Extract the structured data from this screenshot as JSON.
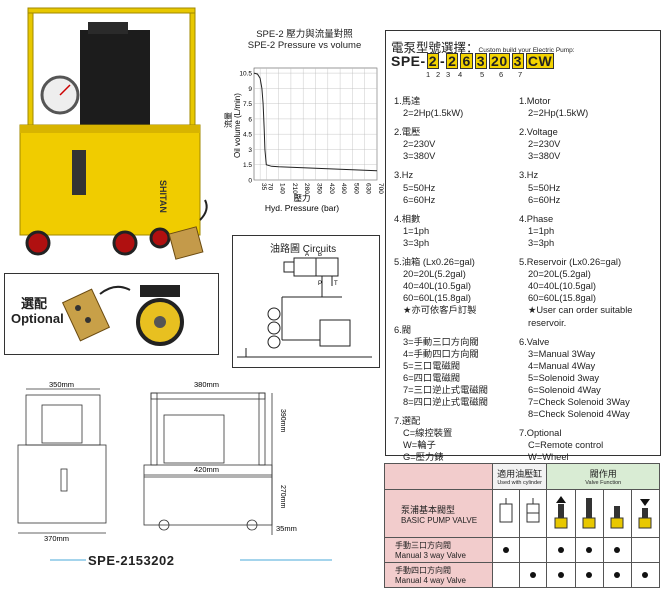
{
  "product_photo": {
    "brand_text": "SHITAN"
  },
  "optional_label": {
    "zh": "選配",
    "en": "Optional"
  },
  "chart": {
    "title_zh": "SPE-2 壓力與流量對照",
    "title_en": "SPE-2 Pressure vs volume",
    "ylabel_zh": "流量",
    "ylabel_en": "Oil volume (L/min)",
    "xlabel_zh": "壓力",
    "xlabel_en": "Hyd. Pressure (bar)"
  },
  "chart_data": {
    "type": "line",
    "title": "SPE-2 Pressure vs volume",
    "xlabel": "Hyd. Pressure (bar)",
    "ylabel": "Oil volume (L/min)",
    "xticks": [
      "35",
      "70",
      "140",
      "210",
      "280",
      "350",
      "420",
      "490",
      "560",
      "630",
      "700"
    ],
    "yticks": [
      "10.5",
      "9",
      "7.5",
      "6",
      "4.5",
      "3",
      "1.5",
      "0"
    ],
    "xlim": [
      0,
      700
    ],
    "ylim": [
      0,
      11
    ],
    "grid": true,
    "series": [
      {
        "x": [
          0,
          20,
          35,
          45,
          52,
          58,
          62,
          70,
          100,
          140,
          210,
          280,
          350,
          420,
          490,
          560,
          630,
          700
        ],
        "y": [
          10.5,
          10.4,
          10.0,
          9.0,
          7.5,
          5.0,
          3.0,
          1.5,
          1.35,
          1.3,
          1.25,
          1.2,
          1.15,
          1.1,
          1.05,
          1.0,
          0.95,
          0.9
        ]
      }
    ]
  },
  "circuit": {
    "title_zh": "油路圖",
    "title_en": "Circuits",
    "labels": [
      "A",
      "B",
      "P",
      "T"
    ]
  },
  "code": {
    "head_zh": "電泵型號選擇：",
    "head_en": "Custom build your Electric Pump:",
    "prefix": "SPE-",
    "boxes": [
      "2",
      "2",
      "6",
      "3",
      "20",
      "3",
      "CW"
    ],
    "index": [
      "1",
      "2",
      "3",
      "4",
      "5",
      "6",
      "7"
    ],
    "left": [
      {
        "h": "1.馬達",
        "s": [
          "2=2Hp(1.5kW)"
        ]
      },
      {
        "h": "2.電壓",
        "s": [
          "2=230V",
          "3=380V"
        ]
      },
      {
        "h": "3.Hz",
        "s": [
          "5=50Hz",
          "6=60Hz"
        ]
      },
      {
        "h": "4.相數",
        "s": [
          "1=1ph",
          "3=3ph"
        ]
      },
      {
        "h": "5.油箱 (Lx0.26=gal)",
        "s": [
          "20=20L(5.2gal)",
          "40=40L(10.5gal)",
          "60=60L(15.8gal)",
          "★亦可依客戶訂製"
        ]
      },
      {
        "h": "6.閥",
        "s": [
          "3=手動三口方向閥",
          "4=手動四口方向閥",
          "5=三口電磁閥",
          "6=四口電磁閥",
          "7=三口逆止式電磁閥",
          "8=四口逆止式電磁閥"
        ]
      },
      {
        "h": "7.選配",
        "s": [
          "C=線控裝置",
          "W=輪子",
          "G=壓力錶"
        ]
      }
    ],
    "right": [
      {
        "h": "1.Motor",
        "s": [
          "2=2Hp(1.5kW)"
        ]
      },
      {
        "h": "2.Voltage",
        "s": [
          "2=230V",
          "3=380V"
        ]
      },
      {
        "h": "3.Hz",
        "s": [
          "5=50Hz",
          "6=60Hz"
        ]
      },
      {
        "h": "4.Phase",
        "s": [
          "1=1ph",
          "3=3ph"
        ]
      },
      {
        "h": "5.Reservoir (Lx0.26=gal)",
        "s": [
          "20=20L(5.2gal)",
          "40=40L(10.5gal)",
          "60=60L(15.8gal)",
          "★User can order suitable",
          "  reservoir."
        ]
      },
      {
        "h": "6.Valve",
        "s": [
          "3=Manual 3Way",
          "4=Manual 4Way",
          "5=Solenoid 3way",
          "6=Solenoid 4Way",
          "7=Check Solenoid 3Way",
          "8=Check Solenoid 4Way"
        ]
      },
      {
        "h": "7.Optional",
        "s": [
          "C=Remote control",
          "W=Wheel",
          "G=Pressure gauge"
        ]
      }
    ]
  },
  "dimensions": {
    "front_width": "350mm",
    "front_base": "370mm",
    "side_top": "380mm",
    "side_base": "420mm",
    "height_upper": "390mm",
    "height_lower": "270mm",
    "height_feet": "35mm",
    "model": "SPE-2153202"
  },
  "valve_table": {
    "col_cyl_zh": "適用油壓缸",
    "col_cyl_en": "Used with cylinder",
    "col_func_zh": "閥作用",
    "col_func_en": "Valve Function",
    "head_zh": "泵浦基本閥型",
    "head_en": "BASIC PUMP VALVE",
    "rows": [
      {
        "zh": "手動三口方向閥",
        "en": "Manual 3 way Valve",
        "marks": [
          true,
          false,
          true,
          true,
          true,
          false
        ]
      },
      {
        "zh": "手動四口方向閥",
        "en": "Manual 4 way Valve",
        "marks": [
          false,
          true,
          true,
          true,
          true,
          true
        ]
      }
    ]
  }
}
